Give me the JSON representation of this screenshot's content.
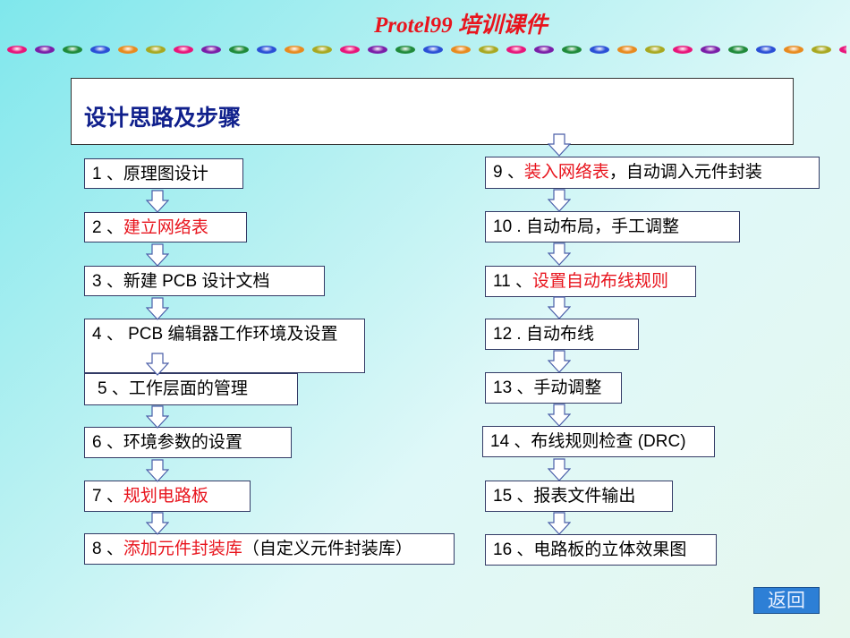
{
  "title": "Protel99 培训课件",
  "header": {
    "label": "设计思路及步骤"
  },
  "steps_left": [
    {
      "num": "1 、",
      "text": "原理图设计",
      "red": "",
      "tail": ""
    },
    {
      "num": "2 、",
      "text": "",
      "red": "建立网络表",
      "tail": ""
    },
    {
      "num": "3 、",
      "text": "新建 PCB 设计文档",
      "red": "",
      "tail": ""
    },
    {
      "num": "4 、",
      "text": " PCB 编辑器工作环境及设置",
      "red": "",
      "tail": ""
    },
    {
      "num": "5 、",
      "text": "工作层面的管理",
      "red": "",
      "tail": ""
    },
    {
      "num": "6 、",
      "text": "环境参数的设置",
      "red": "",
      "tail": ""
    },
    {
      "num": "7 、",
      "text": "",
      "red": "规划电路板",
      "tail": ""
    },
    {
      "num": "8 、",
      "text": "",
      "red": "添加元件封装库",
      "tail": "（自定义元件封装库）"
    }
  ],
  "steps_right": [
    {
      "num": "9 、",
      "text": "",
      "red": "装入网络表",
      "tail": "，自动调入元件封装"
    },
    {
      "num": "10 .",
      "text": " 自动布局，手工调整",
      "red": "",
      "tail": ""
    },
    {
      "num": "11 、",
      "text": "",
      "red": "设置自动布线规则",
      "tail": ""
    },
    {
      "num": "12 .",
      "text": " 自动布线",
      "red": "",
      "tail": ""
    },
    {
      "num": "13 、",
      "text": "手动调整",
      "red": "",
      "tail": ""
    },
    {
      "num": "14 、",
      "text": "布线规则检查 (DRC)",
      "red": "",
      "tail": ""
    },
    {
      "num": "15 、",
      "text": "报表文件输出",
      "red": "",
      "tail": ""
    },
    {
      "num": "16 、",
      "text": "电路板的立体效果图",
      "red": "",
      "tail": ""
    }
  ],
  "back_button": "返回",
  "colors": {
    "accent_red": "#e8151e",
    "header_blue": "#10208c",
    "bead_colors": [
      "#e8157a",
      "#7a1ea8",
      "#1f8a3a",
      "#2a4fd6",
      "#e88a1e",
      "#a8a820"
    ]
  }
}
